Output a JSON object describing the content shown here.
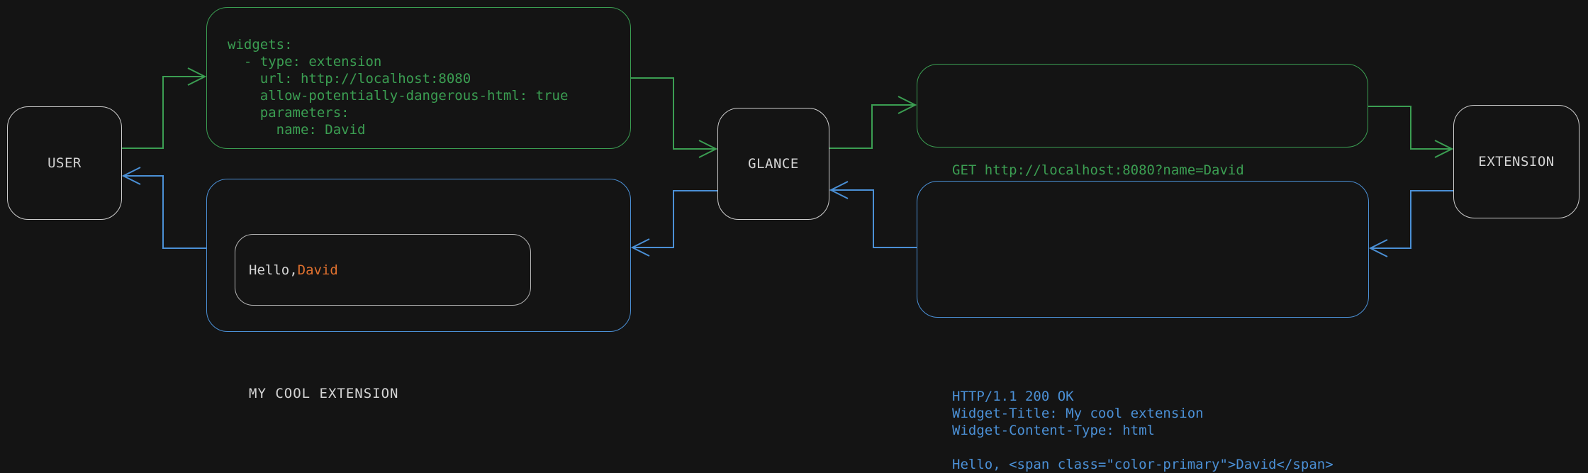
{
  "colors": {
    "green": "#3b9e52",
    "blue": "#4b90d6",
    "orange": "#e0712f",
    "node_border": "#cccccc",
    "inner_border": "#b4b4b4",
    "text_light": "#d4d4d4",
    "background": "#141414"
  },
  "nodes": {
    "user": "USER",
    "glance": "GLANCE",
    "extension": "EXTENSION"
  },
  "config_box": {
    "code": "widgets:\n  - type: extension\n    url: http://localhost:8080\n    allow-potentially-dangerous-html: true\n    parameters:\n      name: David"
  },
  "request_box": {
    "code": "GET http://localhost:8080?name=David"
  },
  "response_box": {
    "code": "HTTP/1.1 200 OK\nWidget-Title: My cool extension\nWidget-Content-Type: html\n\nHello, <span class=\"color-primary\">David</span>"
  },
  "widget_box": {
    "title": "MY COOL EXTENSION",
    "greeting_prefix": "Hello, ",
    "greeting_name": "David"
  }
}
